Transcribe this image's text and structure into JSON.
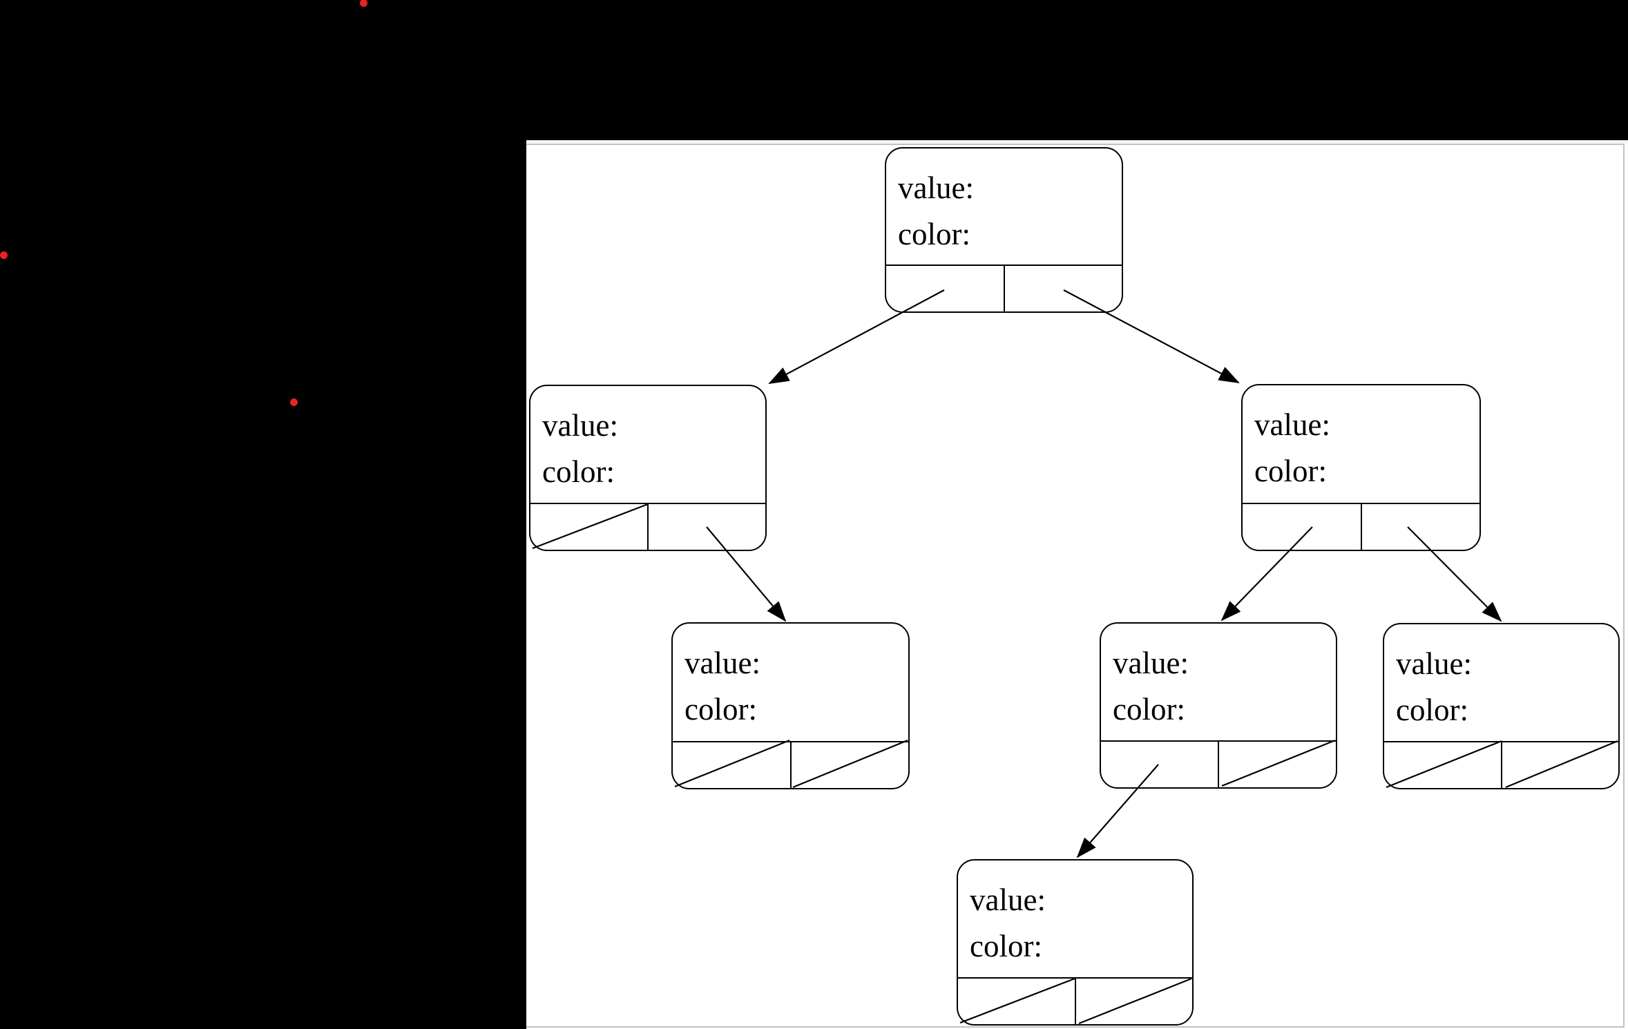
{
  "canvas": {
    "background_color": "#000000",
    "page_background": "#ffffff",
    "page_edge_color": "#c2c2c2"
  },
  "markers": {
    "color": "#e8241e",
    "dots": [
      {
        "name": "red-dot-top"
      },
      {
        "name": "red-dot-left"
      },
      {
        "name": "red-dot-middle"
      }
    ]
  },
  "diagram": {
    "kind": "binary-tree-node-diagram",
    "nodes": [
      {
        "id": "root",
        "value_label": "value:",
        "color_label": "color:",
        "left_pointer": "child",
        "right_pointer": "child"
      },
      {
        "id": "left",
        "value_label": "value:",
        "color_label": "color:",
        "left_pointer": "null",
        "right_pointer": "child"
      },
      {
        "id": "right",
        "value_label": "value:",
        "color_label": "color:",
        "left_pointer": "child",
        "right_pointer": "child"
      },
      {
        "id": "left-right",
        "value_label": "value:",
        "color_label": "color:",
        "left_pointer": "null",
        "right_pointer": "null"
      },
      {
        "id": "right-left",
        "value_label": "value:",
        "color_label": "color:",
        "left_pointer": "child",
        "right_pointer": "null"
      },
      {
        "id": "right-right",
        "value_label": "value:",
        "color_label": "color:",
        "left_pointer": "null",
        "right_pointer": "null"
      },
      {
        "id": "right-left-left",
        "value_label": "value:",
        "color_label": "color:",
        "left_pointer": "null",
        "right_pointer": "null"
      }
    ],
    "edges": [
      {
        "from": "root",
        "slot": "left",
        "to": "left"
      },
      {
        "from": "root",
        "slot": "right",
        "to": "right"
      },
      {
        "from": "left",
        "slot": "right",
        "to": "left-right"
      },
      {
        "from": "right",
        "slot": "left",
        "to": "right-left"
      },
      {
        "from": "right",
        "slot": "right",
        "to": "right-right"
      },
      {
        "from": "right-left",
        "slot": "left",
        "to": "right-left-left"
      }
    ]
  }
}
